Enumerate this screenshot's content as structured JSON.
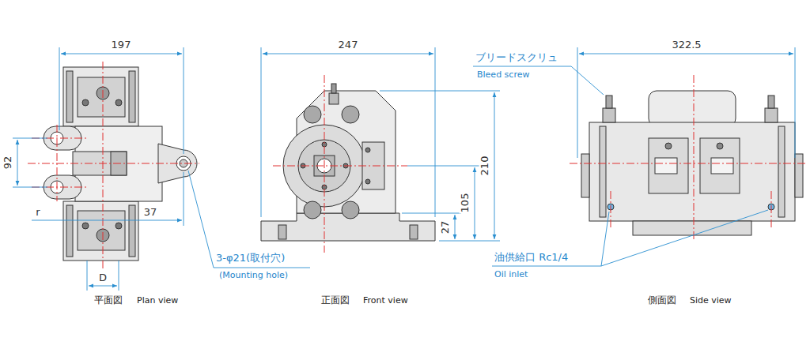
{
  "diagram": {
    "labels": [
      "197",
      "92",
      "r",
      "37",
      "D",
      "3-φ21(取付穴)",
      "(Mounting hole)",
      "平面図",
      "Plan view",
      "247",
      "210",
      "105",
      "27",
      "正面図",
      "Front view",
      "322.5",
      "ブリードスクリュ",
      "Bleed screw",
      "油供給口 Rc1/4",
      "Oil inlet",
      "側面図",
      "Side view"
    ]
  }
}
